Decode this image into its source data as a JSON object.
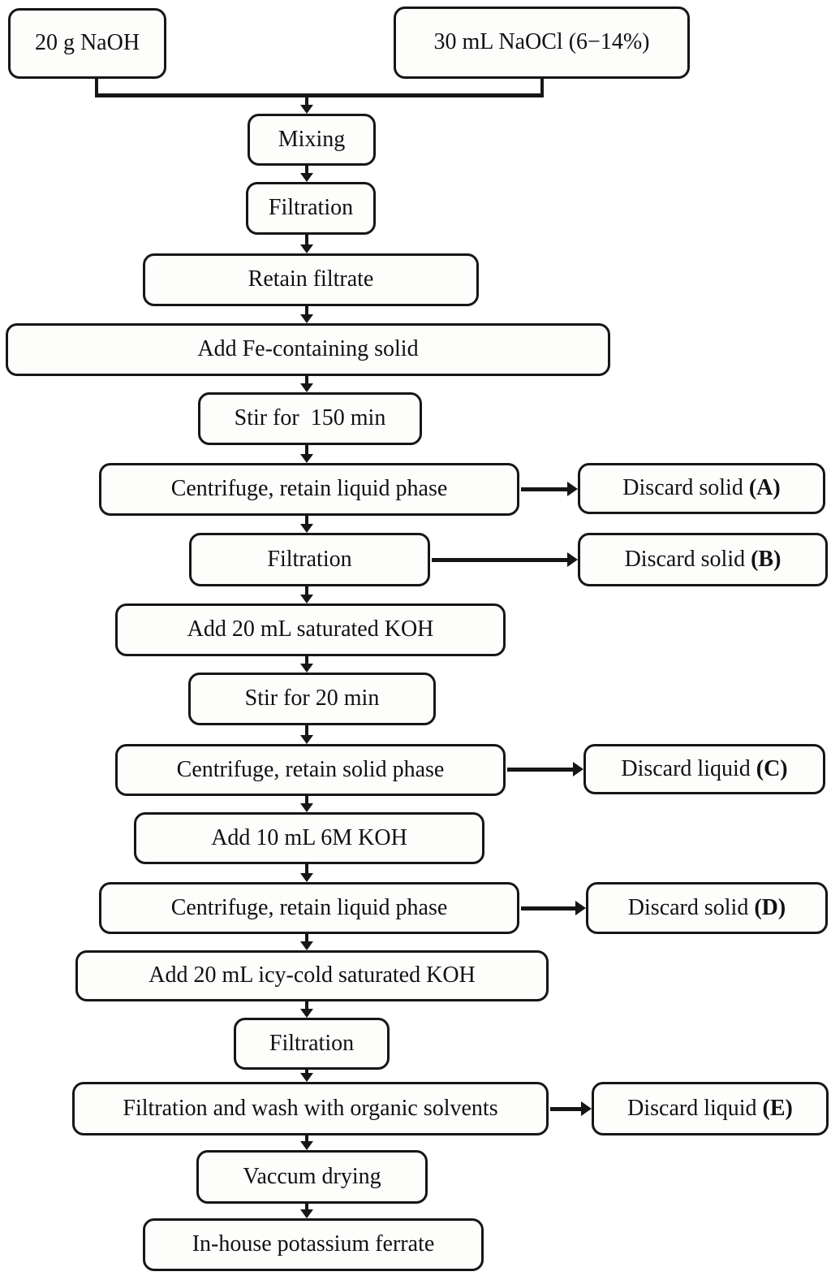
{
  "colors": {
    "line": "#161616",
    "box_border": "#161616",
    "box_fill": "#fdfdfc",
    "background": "#ffffff"
  },
  "inputs": {
    "naoh": "20 g NaOH",
    "naocl": "30 mL NaOCl (6−14%)"
  },
  "steps": {
    "mixing": "Mixing",
    "filtration_1": "Filtration",
    "retain_filtrate": "Retain filtrate",
    "add_fe_solid": "Add Fe-containing solid",
    "stir_150": "Stir for  150 min",
    "centrifuge_liquid_1": "Centrifuge, retain liquid phase",
    "filtration_2": "Filtration",
    "add_sat_koh": "Add 20 mL saturated KOH",
    "stir_20": "Stir for 20 min",
    "centrifuge_solid": "Centrifuge, retain solid phase",
    "add_6m_koh": "Add 10 mL 6M KOH",
    "centrifuge_liquid_2": "Centrifuge, retain liquid phase",
    "add_icy_koh": "Add 20 mL icy-cold saturated KOH",
    "filtration_3": "Filtration",
    "filtration_wash": "Filtration and wash with organic solvents",
    "vacuum_drying": "Vaccum drying",
    "product": "In-house potassium ferrate"
  },
  "discards": {
    "a": {
      "label": "Discard solid",
      "tag": "(A)"
    },
    "b": {
      "label": "Discard solid",
      "tag": "(B)"
    },
    "c": {
      "label": "Discard liquid",
      "tag": "(C)"
    },
    "d": {
      "label": "Discard solid",
      "tag": "(D)"
    },
    "e": {
      "label": "Discard liquid",
      "tag": "(E)"
    }
  }
}
